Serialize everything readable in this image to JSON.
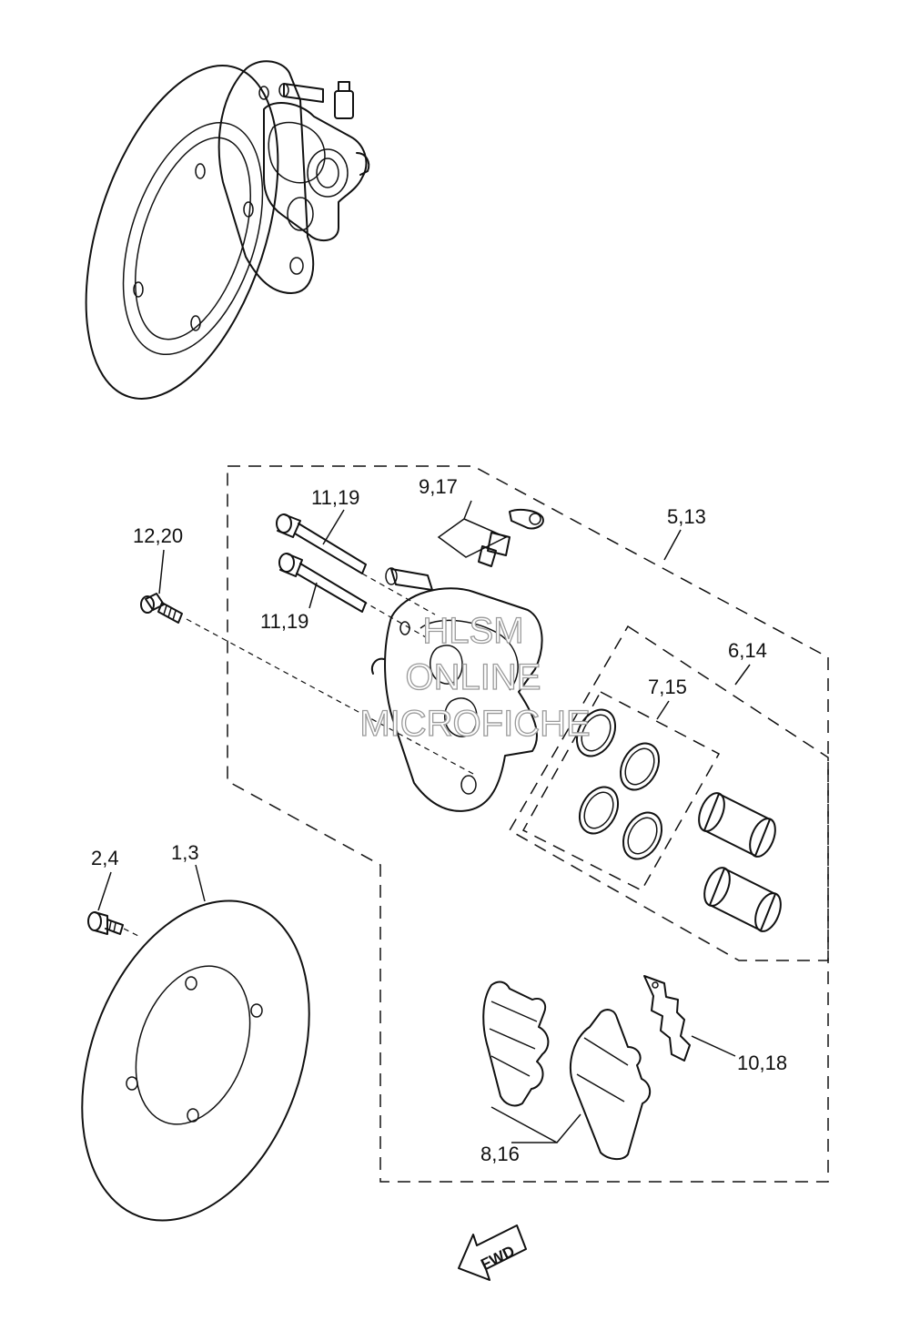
{
  "labels": {
    "disc_set": "1,3",
    "disc_bolt": "2,4",
    "caliper_assy": "5,13",
    "seal_kit": "6,14",
    "piston_seal": "7,15",
    "pad_kit": "8,16",
    "bleed_screw": "9,17",
    "pad_spring": "10,18",
    "pin_upper": "11,19",
    "pin_lower": "11,19",
    "caliper_bolt": "12,20"
  },
  "watermark": {
    "line1": "HLSM",
    "line2": "ONLINE",
    "line3": "MICROFICHE"
  },
  "fwd_label": "FWD"
}
